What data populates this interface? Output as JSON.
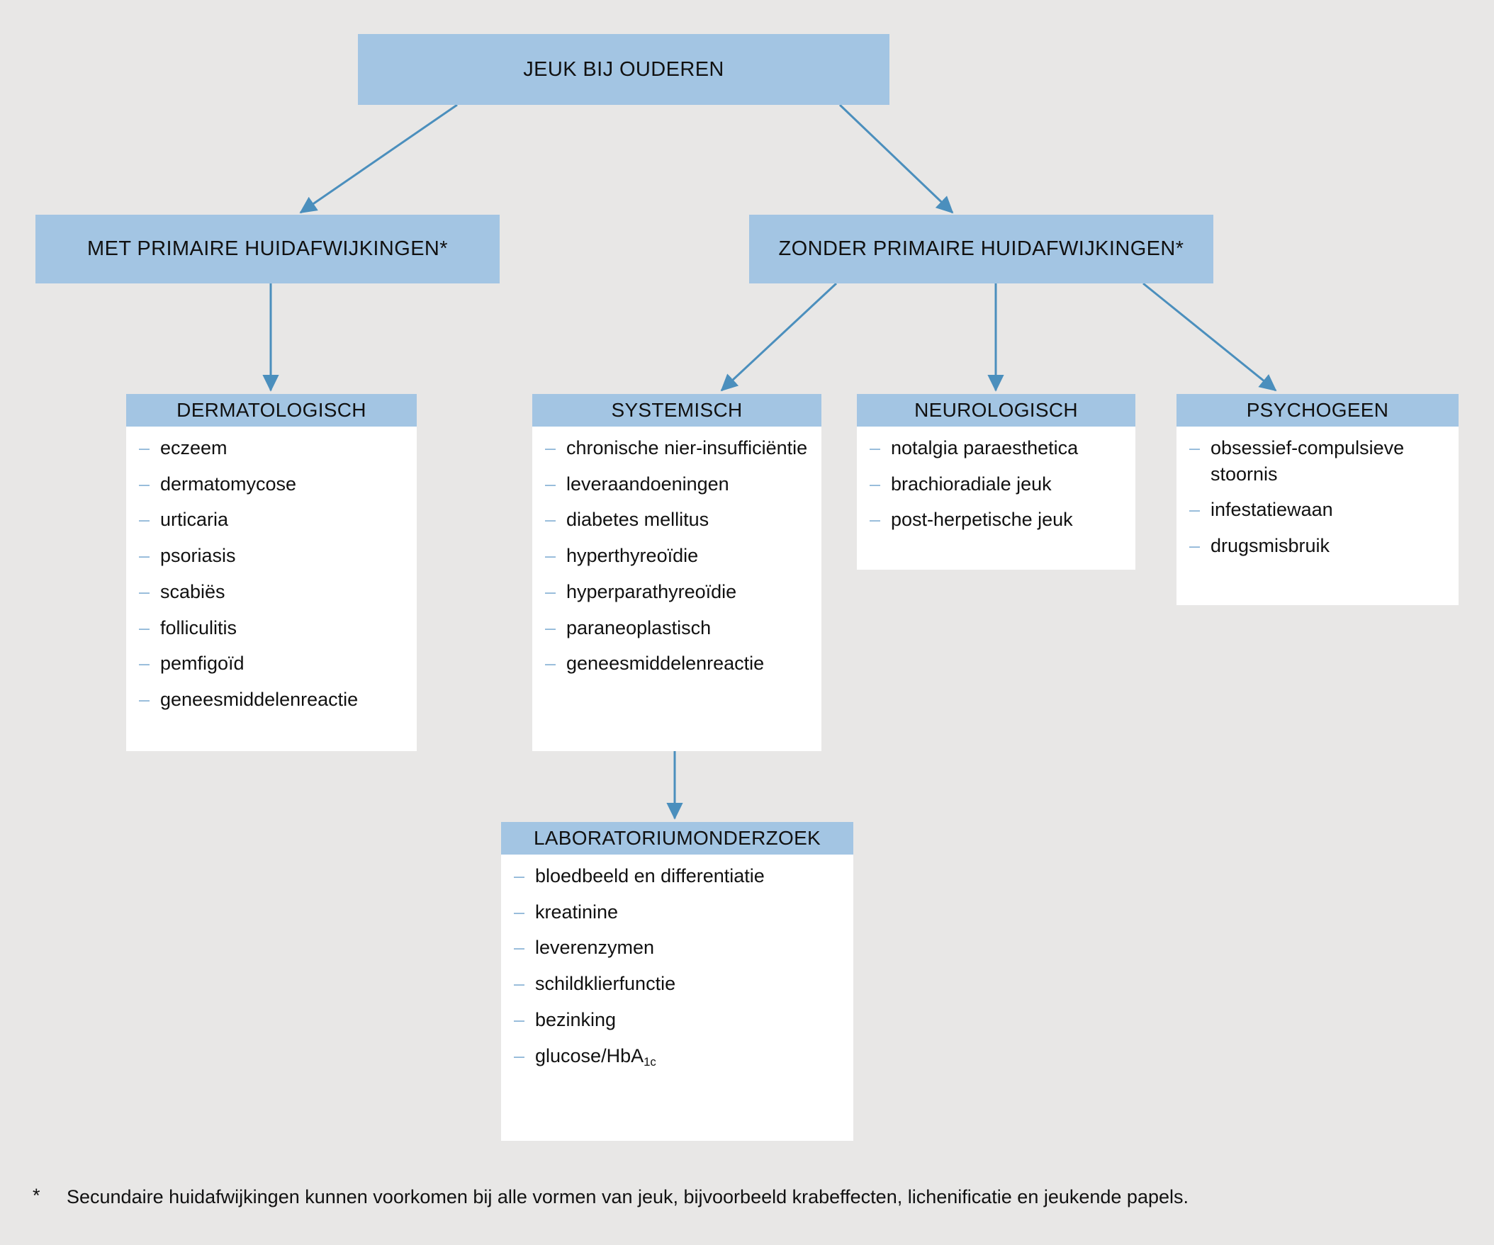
{
  "diagram": {
    "root": {
      "label": "JEUK BIJ OUDEREN"
    },
    "branches": [
      {
        "label": "MET PRIMAIRE HUIDAFWIJKINGEN*"
      },
      {
        "label": "ZONDER PRIMAIRE HUIDAFWIJKINGEN*"
      }
    ],
    "categories": [
      {
        "title": "DERMATOLOGISCH",
        "items": [
          "eczeem",
          "dermatomycose",
          "urticaria",
          "psoriasis",
          "scabiës",
          "folliculitis",
          "pemfigoïd",
          "geneesmiddelenreactie"
        ]
      },
      {
        "title": "SYSTEMISCH",
        "items": [
          "chronische nier-insufficiëntie",
          "leveraandoeningen",
          "diabetes mellitus",
          "hyperthyreoïdie",
          "hyperparathyreoïdie",
          "paraneoplastisch",
          "geneesmiddelenreactie"
        ]
      },
      {
        "title": "NEUROLOGISCH",
        "items": [
          "notalgia paraesthetica",
          "brachioradiale jeuk",
          "post-herpetische jeuk"
        ]
      },
      {
        "title": "PSYCHOGEEN",
        "items": [
          "obsessief-compulsieve stoornis",
          "infestatiewaan",
          "drugsmisbruik"
        ]
      }
    ],
    "lab": {
      "title": "LABORATORIUMONDERZOEK",
      "items": [
        "bloedbeeld en differentiatie",
        "kreatinine",
        "leverenzymen",
        "schildklierfunctie",
        "bezinking",
        "glucose/HbA1c"
      ],
      "glucose_base": "glucose/HbA",
      "glucose_sub": "1c"
    },
    "footnote": {
      "mark": "*",
      "text": "Secundaire huidafwijkingen kunnen voorkomen bij alle vormen van jeuk, bijvoorbeeld krabeffecten, lichenificatie en jeukende papels."
    },
    "colors": {
      "background": "#e8e7e6",
      "banner": "#a3c5e3",
      "arrow": "#4b8fbd",
      "card_body": "#ffffff",
      "dash": "#8fb7d8",
      "text": "#111111"
    }
  }
}
